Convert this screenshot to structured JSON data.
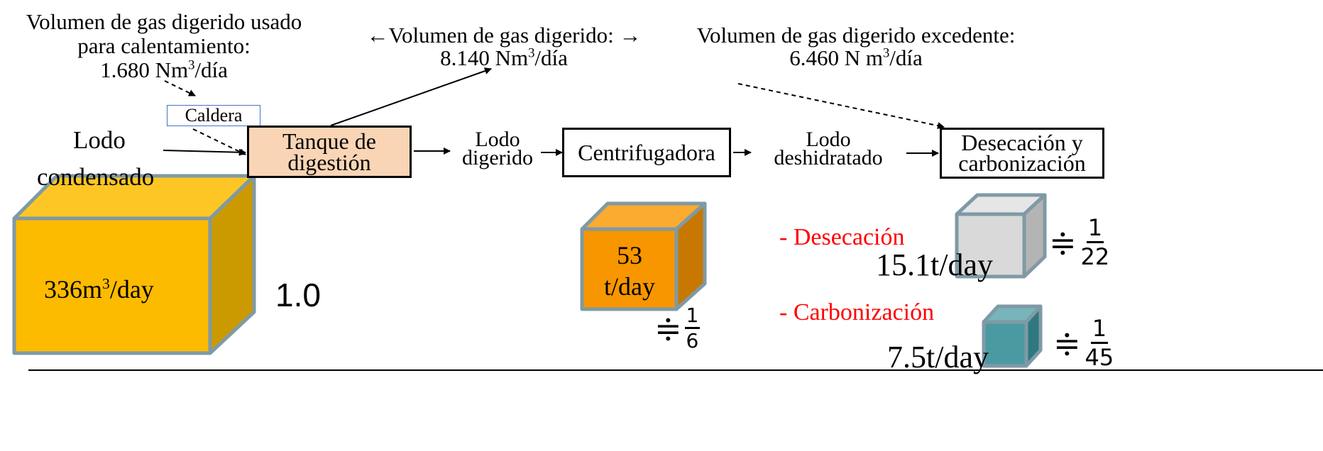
{
  "gas": {
    "heating_l1": "Volumen de gas digerido usado",
    "heating_l2": "para calentamiento:",
    "heating_value": "1.680 Nm",
    "heating_unit": "/día",
    "total_label": "←Volumen de gas digerido: →",
    "total_value": "8.140 Nm",
    "total_unit": "/día",
    "surplus_label": "Volumen de gas digerido excedente:",
    "surplus_value": "6.460 N m",
    "surplus_unit": "/día",
    "sup": "3"
  },
  "process": {
    "boiler": "Caldera",
    "input_l1": "Lodo",
    "input_l2": "condensado",
    "digester_l1": "Tanque de",
    "digester_l2": "digestión",
    "digested_l1": "Lodo",
    "digested_l2": "digerido",
    "centrifuge": "Centrifugadora",
    "dewatered_l1": "Lodo",
    "dewatered_l2": "deshidratado",
    "drying_l1": "Desecación y",
    "drying_l2": "carbonización"
  },
  "volumes": {
    "input_value": "336m",
    "input_unit": "/day",
    "input_sup": "3",
    "input_ratio": "1.0",
    "cake_l1": "53",
    "cake_l2": "t/day",
    "cake_ratio_num": "1",
    "cake_ratio_den": "6",
    "drying_label": "- Desecación",
    "drying_value": "15.1t/day",
    "drying_ratio_num": "1",
    "drying_ratio_den": "22",
    "carbon_label": "- Carbonización",
    "carbon_value": "7.5t/day",
    "carbon_ratio_num": "1",
    "carbon_ratio_den": "45",
    "approx_symbol": "≑"
  },
  "colors": {
    "digester_fill": "#f9d5b6",
    "big_cube_front": "#fdbb00",
    "big_cube_top": "#fdc624",
    "big_cube_side": "#cb9a00",
    "cake_cube_front": "#f89600",
    "cake_cube_top": "#fbab2f",
    "cake_cube_side": "#c87800",
    "dry_cube_front": "#d9d9d9",
    "dry_cube_top": "#e6e6e6",
    "dry_cube_side": "#b4b4b4",
    "carbon_cube_front": "#4a9aa2",
    "carbon_cube_top": "#78b4ba",
    "carbon_cube_side": "#2f7880",
    "cube_edge": "#7f9aa5",
    "highlight": "#ff0000"
  }
}
